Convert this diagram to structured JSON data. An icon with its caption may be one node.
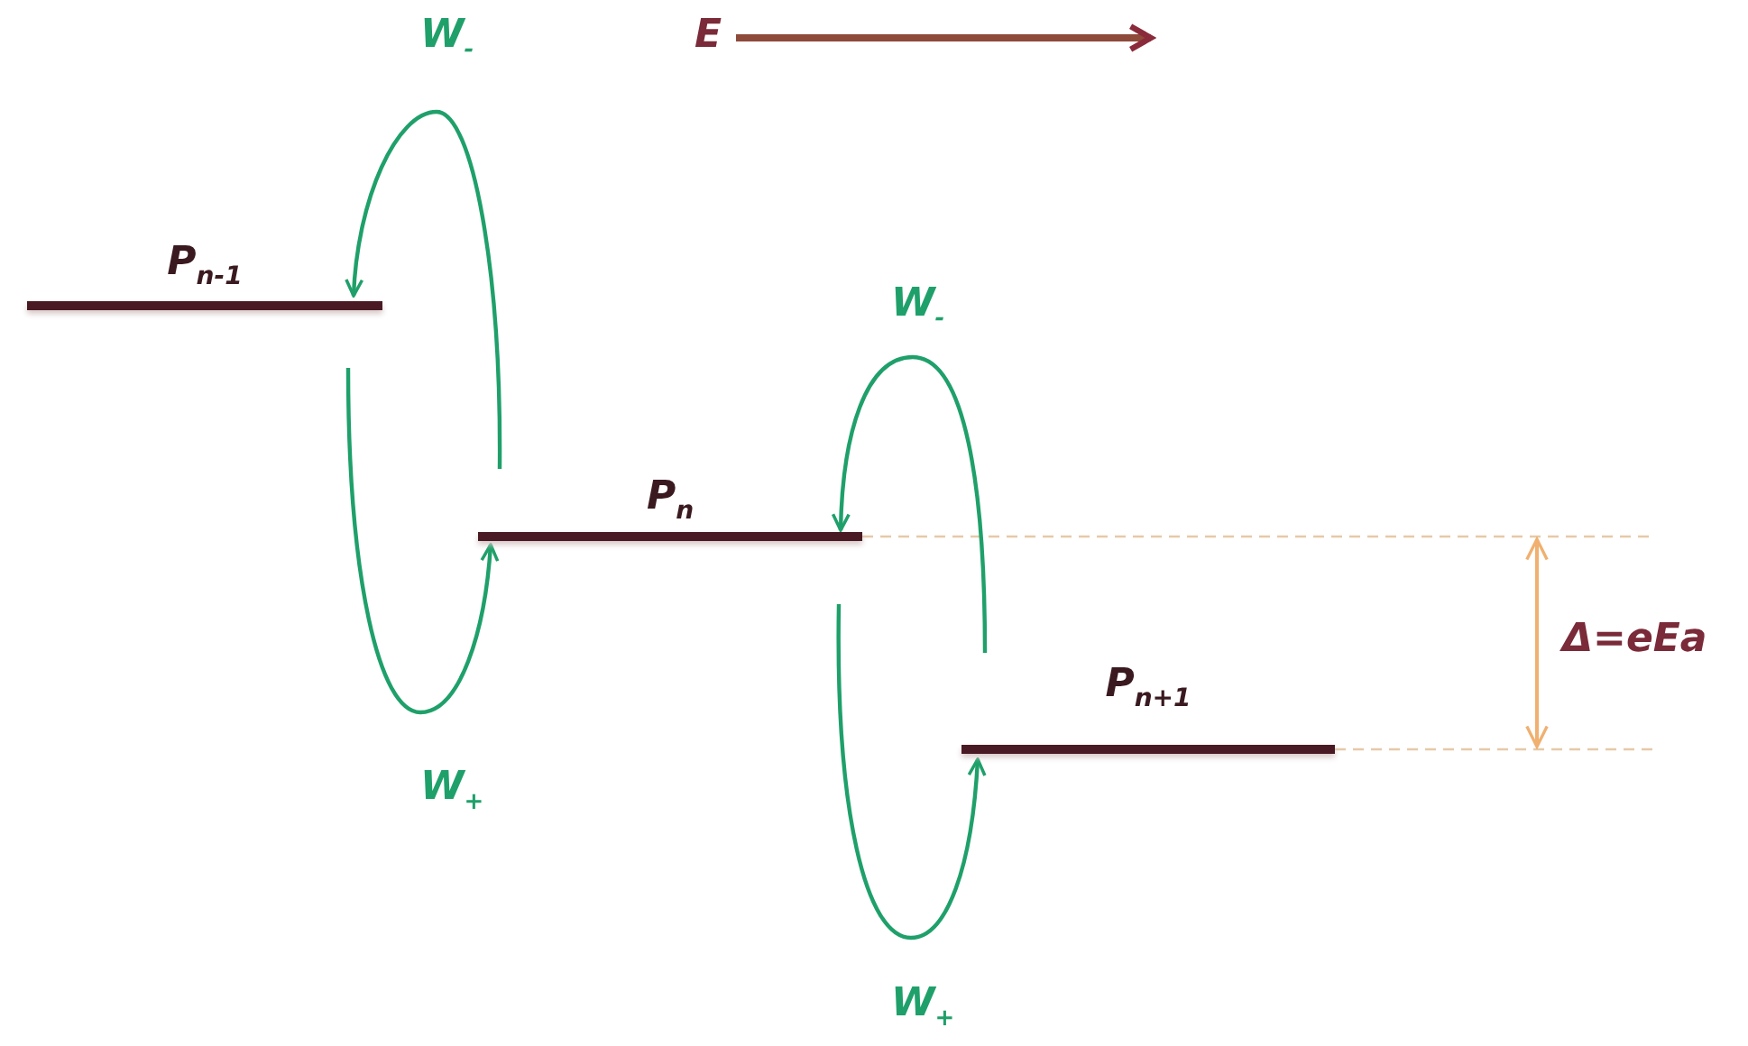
{
  "diagram": {
    "nodes": [
      {
        "text": [
          "P$_{n-1}$"
        ]
      },
      {
        "text": [
          "P$_{n}$"
        ]
      },
      {
        "text": [
          "P$_{n+1}$"
        ]
      }
    ],
    "edges": [
      {
        "from": 1,
        "to": 0,
        "arrow": "to",
        "label": "W$_{-}$"
      },
      {
        "from": 0,
        "to": 1,
        "arrow": "to",
        "label": "W$_{+}$"
      },
      {
        "from": 2,
        "to": 1,
        "arrow": "to",
        "label": "W$_{-}$"
      },
      {
        "from": 1,
        "to": 2,
        "arrow": "to",
        "label": "W$_{+}$"
      }
    ],
    "labels": [
      "E",
      "Δ=eEa"
    ]
  }
}
